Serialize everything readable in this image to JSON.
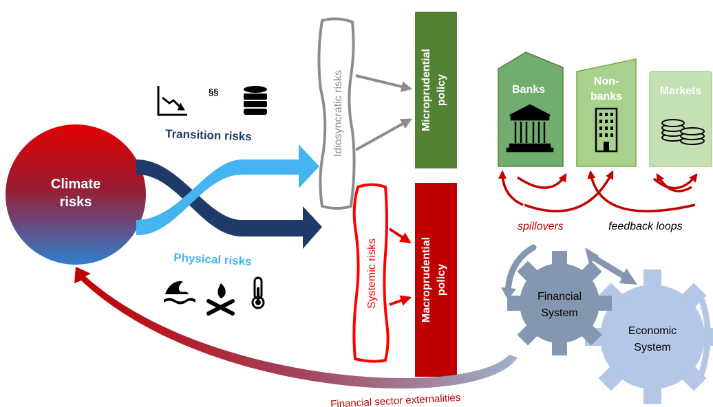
{
  "climate": {
    "line1": "Climate",
    "line2": "risks"
  },
  "transition": {
    "label": "Transition risks",
    "section_symbol": "§§",
    "icons": [
      "chart-decline-icon",
      "paragraph-icon",
      "database-icon"
    ]
  },
  "physical": {
    "label": "Physical risks",
    "icons": [
      "flood-wave-icon",
      "fire-icon",
      "thermometer-icon"
    ]
  },
  "idiosyncratic": {
    "label": "Idiosyncratic risks"
  },
  "systemic": {
    "label": "Systemic risks"
  },
  "micro": {
    "line1": "Microprudential",
    "line2": "policy"
  },
  "macro": {
    "line1": "Macroprudential",
    "line2": "policy"
  },
  "institutions": {
    "banks": {
      "line1": "Banks"
    },
    "nonbanks": {
      "line1": "Non-",
      "line2": "banks"
    },
    "markets": {
      "line1": "Markets"
    }
  },
  "loops": {
    "spillovers": "spillovers",
    "feedback": "feedback loops"
  },
  "gears": {
    "financial": {
      "line1": "Financial",
      "line2": "System"
    },
    "economic": {
      "line1": "Economic",
      "line2": "System"
    }
  },
  "externalities": "Financial sector externalities",
  "colors": {
    "climate_red": "#c00000",
    "climate_blue": "#2e75b6",
    "dark_blue": "#1f3a68",
    "light_blue": "#45b4f0",
    "micro_green": "#548235",
    "macro_red": "#c00000",
    "banks_green": "#70ad6e",
    "nonbanks_green": "#a9d18e",
    "markets_green": "#c5e0b4",
    "gear_dark": "#8496b0",
    "gear_light": "#b4c7e7",
    "systemic_red": "#ff0000"
  }
}
